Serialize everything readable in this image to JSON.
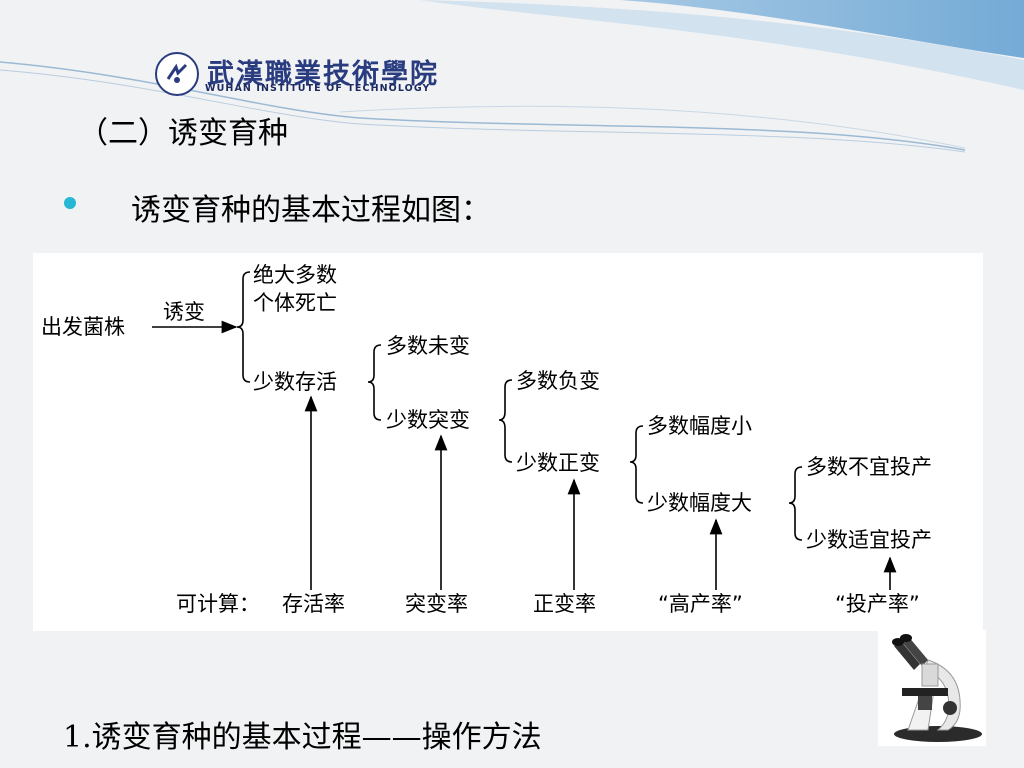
{
  "logo": {
    "name_cn": "武漢職業技術學院",
    "name_en": "WUHAN INSTITUTE OF TECHNOLOGY"
  },
  "section_title": "（二）诱变育种",
  "bullet_text": "诱变育种的基本过程如图：",
  "diagram": {
    "start": "出发菌株",
    "arrow_label": "诱变",
    "death_line1": "绝大多数",
    "death_line2": "个体死亡",
    "survive": "少数存活",
    "unmutated": "多数未变",
    "mutated": "少数突变",
    "negative": "多数负变",
    "positive": "少数正变",
    "small_amp": "多数幅度小",
    "large_amp": "少数幅度大",
    "not_suitable": "多数不宜投产",
    "suitable": "少数适宜投产",
    "calc_prefix": "可计算：",
    "survival_rate": "存活率",
    "mutation_rate": "突变率",
    "positive_rate": "正变率",
    "high_yield_rate": "“高产率”",
    "production_rate": "“投产率”"
  },
  "footer_text": "1.诱变育种的基本过程——操作方法",
  "colors": {
    "accent": "#25b7d3",
    "logo": "#2a3c80",
    "deco_blue": "#7fb3d9"
  }
}
